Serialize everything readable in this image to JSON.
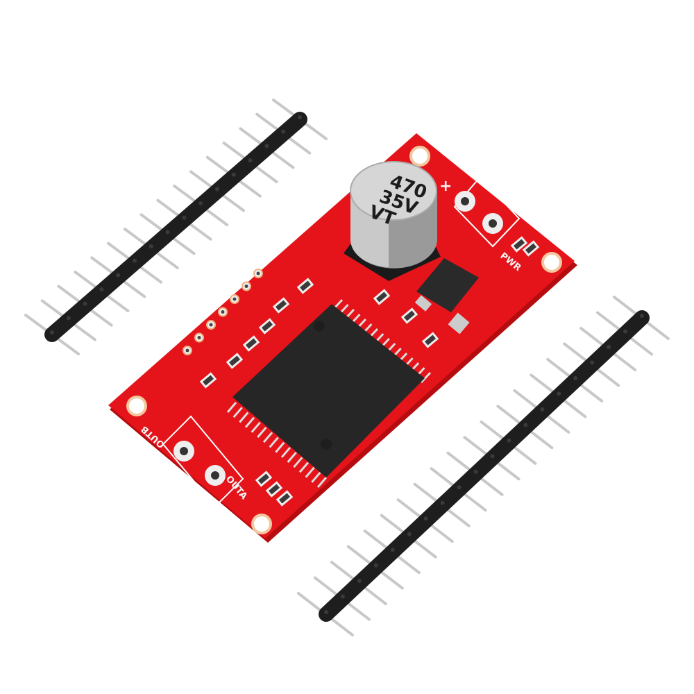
{
  "photo": {
    "colors": {
      "pcb": "#e4141a",
      "pcb_dark": "#b50c10",
      "header": "#1e1e1e",
      "pin": "#cfcfcf",
      "background": "#ffffff"
    },
    "capacitor": {
      "line1": "470",
      "line2": "35V",
      "line3": "VT"
    },
    "silkscreen": {
      "plus": "+",
      "pwr": "PWR",
      "outb": "OUTB",
      "outa": "OUTA"
    }
  }
}
